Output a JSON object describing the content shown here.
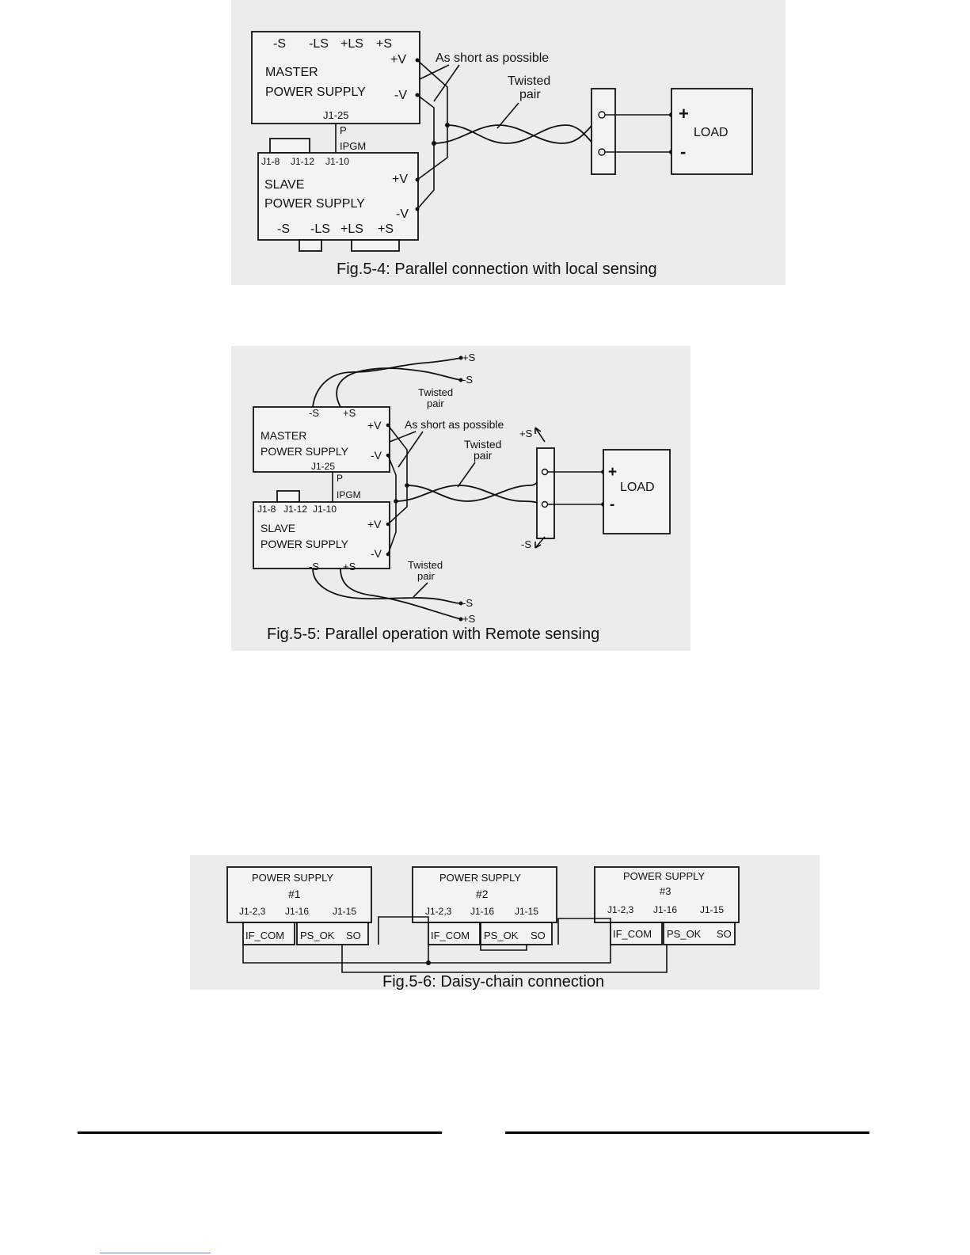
{
  "fig1": {
    "caption": "Fig.5-4: Parallel connection with local sensing",
    "master_title": "MASTER",
    "master_subtitle": "POWER SUPPLY",
    "slave_title": "SLAVE",
    "slave_subtitle": "POWER SUPPLY",
    "master_terms": [
      "-S",
      "-LS",
      "+LS",
      "+S"
    ],
    "slave_terms": [
      "-S",
      "-LS",
      "+LS",
      "+S"
    ],
    "slave_top_pins": [
      "J1-8",
      "J1-12",
      "J1-10"
    ],
    "pv": "+V",
    "nv": "-V",
    "j125": "J1-25",
    "p": "P",
    "ipgm": "IPGM",
    "short_label": "As short as possible",
    "twisted_1": "Twisted",
    "twisted_2": "pair",
    "load": "LOAD",
    "plus": "+",
    "minus": "-"
  },
  "fig2": {
    "caption": "Fig.5-5: Parallel operation with Remote sensing",
    "master_title": "MASTER",
    "master_subtitle": "POWER SUPPLY",
    "slave_title": "SLAVE",
    "slave_subtitle": "POWER SUPPLY",
    "master_terms": [
      "-S",
      "+S"
    ],
    "slave_terms": [
      "-S",
      "+S"
    ],
    "slave_top_pins": [
      "J1-8",
      "J1-12",
      "J1-10"
    ],
    "pv": "+V",
    "nv": "-V",
    "j125": "J1-25",
    "p": "P",
    "ipgm": "IPGM",
    "short_label": "As short as possible",
    "twisted_1": "Twisted",
    "twisted_2": "pair",
    "load": "LOAD",
    "plus": "+",
    "minus": "-",
    "ps": "+S",
    "ms": "-S"
  },
  "fig3": {
    "caption": "Fig.5-6: Daisy-chain connection",
    "units": [
      {
        "title": "POWER SUPPLY",
        "num": "#1"
      },
      {
        "title": "POWER SUPPLY",
        "num": "#2"
      },
      {
        "title": "POWER SUPPLY",
        "num": "#3"
      }
    ],
    "pins": [
      "J1-2,3",
      "J1-16",
      "J1-15"
    ],
    "signals": [
      "IF_COM",
      "PS_OK",
      "SO"
    ]
  }
}
